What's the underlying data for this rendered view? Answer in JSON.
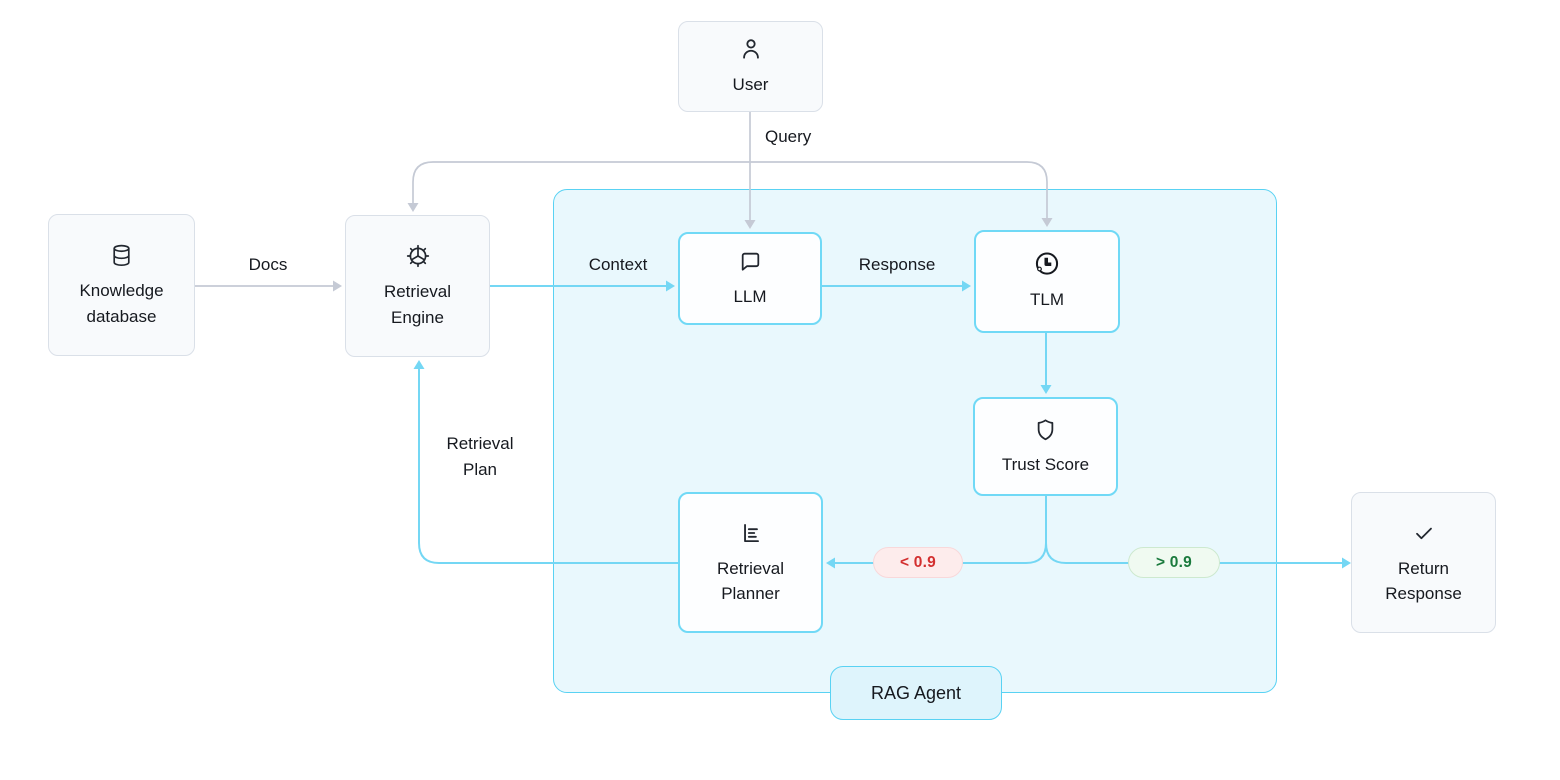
{
  "nodes": {
    "user": {
      "label": "User",
      "icon": "user-icon"
    },
    "knowledge_database": {
      "label": "Knowledge database",
      "icon": "database-icon"
    },
    "retrieval_engine": {
      "label": "Retrieval Engine",
      "icon": "gear-icon"
    },
    "llm": {
      "label": "LLM",
      "icon": "chat-bubble-icon"
    },
    "tlm": {
      "label": "TLM",
      "icon": "tlm-logo-icon"
    },
    "trust_score": {
      "label": "Trust Score",
      "icon": "shield-icon"
    },
    "retrieval_planner": {
      "label": "Retrieval Planner",
      "icon": "bar-chart-icon"
    },
    "return_response": {
      "label": "Return Response",
      "icon": "check-icon"
    },
    "rag_agent": {
      "label": "RAG Agent"
    }
  },
  "edge_labels": {
    "query": "Query",
    "docs": "Docs",
    "context": "Context",
    "response": "Response",
    "retrieval_plan": "Retrieval Plan"
  },
  "badges": {
    "trust_below": "< 0.9",
    "trust_above": "> 0.9"
  },
  "colors": {
    "agent_line": "#74d7f4",
    "agent_border": "#59d2f3",
    "agent_fill": "#e9f8fd",
    "agent_label_fill": "#def4fc",
    "neutral_line": "#c5cad5",
    "node_border_gray": "#dae0e8",
    "node_fill_gray": "#f8fafc",
    "node_border_cyan": "#70d9f6",
    "node_fill_cyan": "#fdfeff",
    "badge_low_text": "#d32f2f",
    "badge_low_fill": "#fdecec",
    "badge_high_text": "#1a7a3d",
    "badge_high_fill": "#f0faf1",
    "text": "#16191f"
  }
}
